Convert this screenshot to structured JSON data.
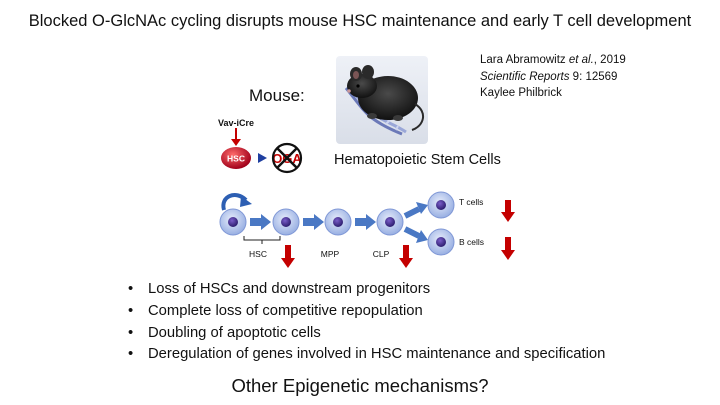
{
  "title": "Blocked O-GlcNAc cycling disrupts mouse HSC maintenance and early T cell development",
  "citation": {
    "author_name": "Lara Abramowitz ",
    "author_etal": "et al.",
    "author_year": ", 2019",
    "journal": "Scientific Reports",
    "volume": " 9: 12569",
    "presenter": "Kaylee Philbrick"
  },
  "mouse_label": "Mouse:",
  "hsc_heading": "Hematopoietic Stem Cells",
  "construct": {
    "driver": "Vav-iCre",
    "cell": "HSC",
    "gene": "OGA"
  },
  "lineage": {
    "labels": {
      "hsc": "HSC",
      "mpp": "MPP",
      "clp": "CLP",
      "t_cells": "T cells",
      "b_cells": "B cells"
    }
  },
  "bullets": [
    "Loss of HSCs and downstream progenitors",
    "Complete loss of competitive repopulation",
    "Doubling of apoptotic cells",
    "Deregulation of genes involved in HSC maintenance and specification"
  ],
  "question": "Other Epigenetic mechanisms?",
  "colors": {
    "cell_fill": "#a9bde9",
    "nucleus": "#3b2a86",
    "flow_arrow": "#4a78c4",
    "down_arrow": "#c40000",
    "hsc_ball": "#c8102e"
  }
}
